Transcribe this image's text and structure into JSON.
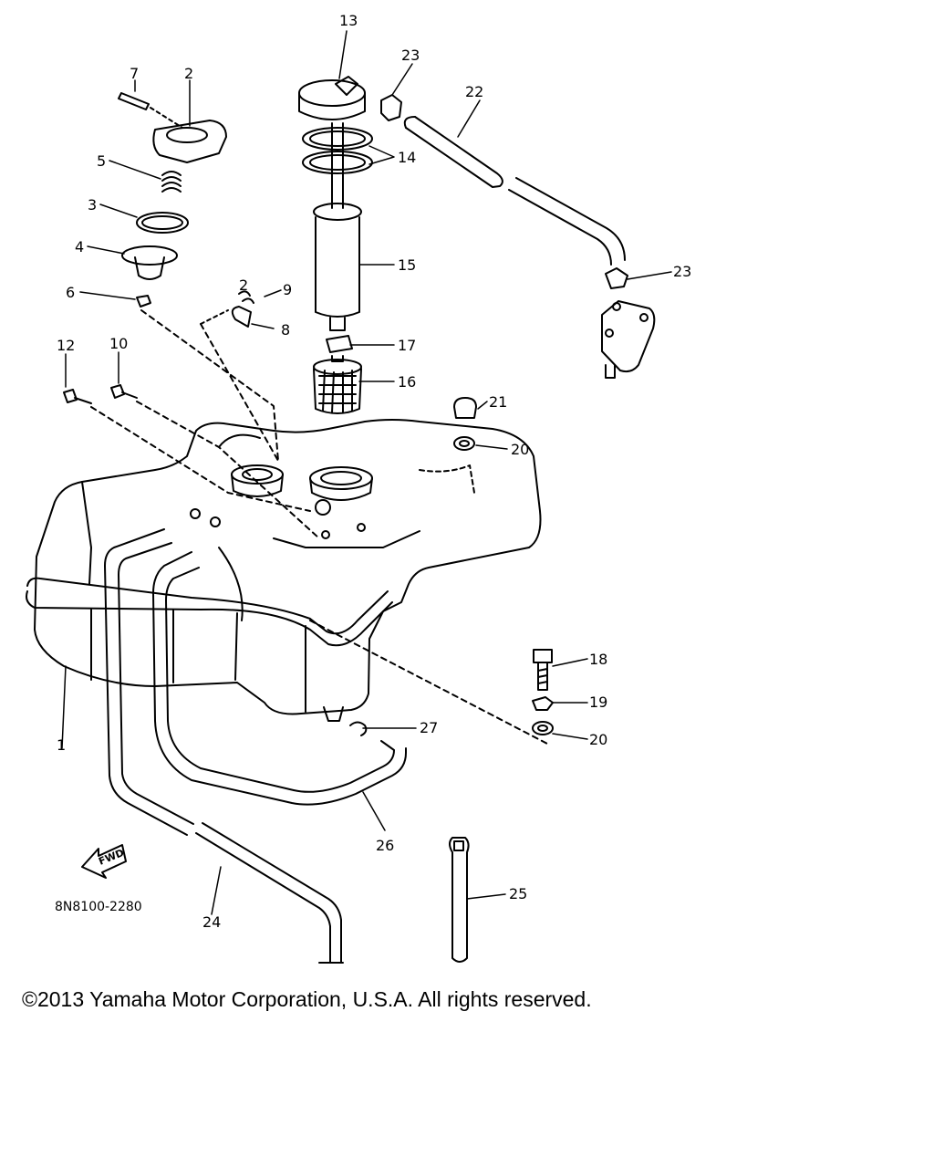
{
  "diagram": {
    "part_code": "8N8100-2280",
    "fwd_label": "FWD",
    "callouts": [
      "1",
      "2",
      "2",
      "3",
      "4",
      "5",
      "6",
      "7",
      "8",
      "9",
      "10",
      "12",
      "13",
      "14",
      "15",
      "16",
      "17",
      "18",
      "19",
      "20",
      "20",
      "21",
      "22",
      "23",
      "23",
      "24",
      "25",
      "26",
      "27"
    ]
  },
  "footer": {
    "copyright": "©2013 Yamaha Motor Corporation, U.S.A. All rights reserved."
  }
}
